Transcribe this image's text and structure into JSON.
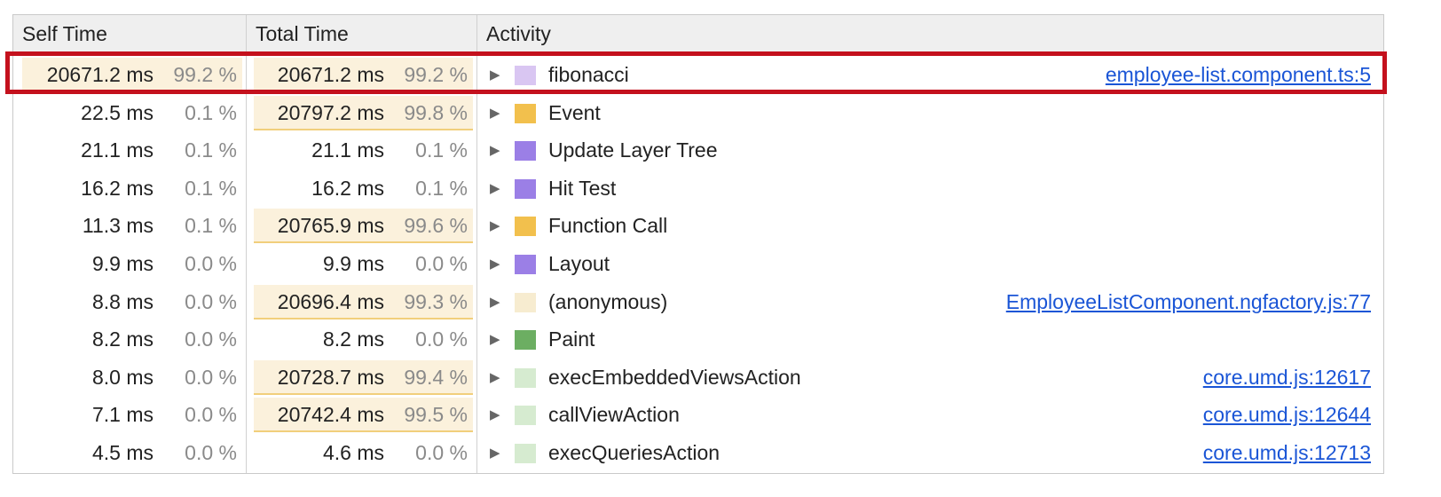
{
  "columns": {
    "self_time": "Self Time",
    "total_time": "Total Time",
    "activity": "Activity"
  },
  "colors": {
    "highlight_border": "#c4111d",
    "link": "#1a55d6",
    "scripting": "#f2c04d",
    "rendering": "#9b7fe6",
    "painting": "#6cae62",
    "fibonacci": "#d9c6f2",
    "anonymous": "#f7ecd0",
    "core": "#d6ebd0"
  },
  "rows": [
    {
      "self_ms": "20671.2 ms",
      "self_pct": "99.2 %",
      "total_ms": "20671.2 ms",
      "total_pct": "99.2 %",
      "activity": "fibonacci",
      "swatch": "#d9c6f2",
      "link": "employee-list.component.ts:5",
      "self_hl": true,
      "total_hl": true,
      "selected": true
    },
    {
      "self_ms": "22.5 ms",
      "self_pct": "0.1 %",
      "total_ms": "20797.2 ms",
      "total_pct": "99.8 %",
      "activity": "Event",
      "swatch": "#f2c04d",
      "link": "",
      "self_hl": false,
      "total_hl": true
    },
    {
      "self_ms": "21.1 ms",
      "self_pct": "0.1 %",
      "total_ms": "21.1 ms",
      "total_pct": "0.1 %",
      "activity": "Update Layer Tree",
      "swatch": "#9b7fe6",
      "link": "",
      "self_hl": false,
      "total_hl": false
    },
    {
      "self_ms": "16.2 ms",
      "self_pct": "0.1 %",
      "total_ms": "16.2 ms",
      "total_pct": "0.1 %",
      "activity": "Hit Test",
      "swatch": "#9b7fe6",
      "link": "",
      "self_hl": false,
      "total_hl": false
    },
    {
      "self_ms": "11.3 ms",
      "self_pct": "0.1 %",
      "total_ms": "20765.9 ms",
      "total_pct": "99.6 %",
      "activity": "Function Call",
      "swatch": "#f2c04d",
      "link": "",
      "self_hl": false,
      "total_hl": true
    },
    {
      "self_ms": "9.9 ms",
      "self_pct": "0.0 %",
      "total_ms": "9.9 ms",
      "total_pct": "0.0 %",
      "activity": "Layout",
      "swatch": "#9b7fe6",
      "link": "",
      "self_hl": false,
      "total_hl": false
    },
    {
      "self_ms": "8.8 ms",
      "self_pct": "0.0 %",
      "total_ms": "20696.4 ms",
      "total_pct": "99.3 %",
      "activity": "(anonymous)",
      "swatch": "#f7ecd0",
      "link": "EmployeeListComponent.ngfactory.js:77",
      "self_hl": false,
      "total_hl": true
    },
    {
      "self_ms": "8.2 ms",
      "self_pct": "0.0 %",
      "total_ms": "8.2 ms",
      "total_pct": "0.0 %",
      "activity": "Paint",
      "swatch": "#6cae62",
      "link": "",
      "self_hl": false,
      "total_hl": false
    },
    {
      "self_ms": "8.0 ms",
      "self_pct": "0.0 %",
      "total_ms": "20728.7 ms",
      "total_pct": "99.4 %",
      "activity": "execEmbeddedViewsAction",
      "swatch": "#d6ebd0",
      "link": "core.umd.js:12617",
      "self_hl": false,
      "total_hl": true
    },
    {
      "self_ms": "7.1 ms",
      "self_pct": "0.0 %",
      "total_ms": "20742.4 ms",
      "total_pct": "99.5 %",
      "activity": "callViewAction",
      "swatch": "#d6ebd0",
      "link": "core.umd.js:12644",
      "self_hl": false,
      "total_hl": true
    },
    {
      "self_ms": "4.5 ms",
      "self_pct": "0.0 %",
      "total_ms": "4.6 ms",
      "total_pct": "0.0 %",
      "activity": "execQueriesAction",
      "swatch": "#d6ebd0",
      "link": "core.umd.js:12713",
      "self_hl": false,
      "total_hl": false
    }
  ]
}
